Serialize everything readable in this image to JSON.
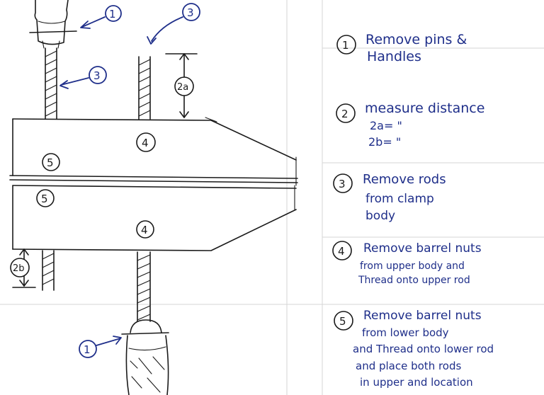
{
  "colors": {
    "ink": "#1a1a1a",
    "blue_ink": "#1f2f8a",
    "paper": "#ffffff",
    "grid": "#d6d6d6"
  },
  "drawing": {
    "callout_top_handle": "1",
    "callout_top_left_rod": "3",
    "callout_top_right_rod": "3",
    "callout_dim_2a": "2a",
    "callout_dim_2b": "2b",
    "callout_upper_body": "4",
    "callout_lower_body": "4",
    "callout_upper_left": "5",
    "callout_lower_left": "5",
    "callout_bottom_handle": "1"
  },
  "steps": [
    {
      "number": "1",
      "lines": [
        "Remove pins &",
        "Handles"
      ]
    },
    {
      "number": "2",
      "lines": [
        "measure distance",
        "2a=    \"",
        "2b=    \""
      ]
    },
    {
      "number": "3",
      "lines": [
        "Remove rods",
        "from clamp",
        "body"
      ]
    },
    {
      "number": "4",
      "lines": [
        "Remove barrel nuts",
        "from upper body and",
        "Thread onto upper rod"
      ]
    },
    {
      "number": "5",
      "lines": [
        "Remove barrel nuts",
        "from lower body",
        "and Thread onto lower rod",
        "and place both rods",
        "in upper and location"
      ]
    }
  ]
}
